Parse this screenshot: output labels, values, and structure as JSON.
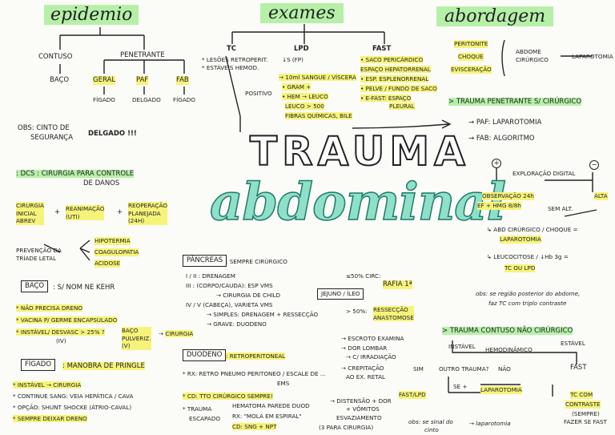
{
  "headers": {
    "epidemio": "epidemio",
    "exames": "exames",
    "abordagem": "abordagem"
  },
  "title": {
    "line1": "TRAUMA",
    "line2": "abdominal"
  },
  "epidemio": {
    "contuso": "CONTUSO",
    "penetrante": "PENETRANTE",
    "baco": "BAÇO",
    "geral": "GERAL",
    "paf": "PAF",
    "fab": "FAB",
    "figado1": "FÍGADO",
    "delgado_small": "DELGADO",
    "figado2": "FÍGADO",
    "obs_label": "OBS: CINTO DE",
    "obs_line2": "SEGURANÇA",
    "obs_result": "DELGADO !!!"
  },
  "dcs": {
    "title": ": DCS : CIRURGIA PARA CONTROLE",
    "title2": "DE DANOS",
    "step1a": "CIRURGIA",
    "step1b": "INICIAL",
    "step1c": "ABREV",
    "step2a": "REANIMAÇÃO",
    "step2b": "(UTI)",
    "step3a": "REOPERAÇÃO",
    "step3b": "PLANEJADA",
    "step3c": "(24H)",
    "prev1": "PREVENÇÃO DA",
    "prev2": "TRÍADE LETAL",
    "triad1": "HIPOTERMIA",
    "triad2": "COAGULOPATIA",
    "triad3": "ACIDOSE"
  },
  "baco_section": {
    "label": "BAÇO",
    "desc": ": S/ NOM NE KEHR",
    "l1": "* NÃO PRECISA DRENO",
    "l2": "* VACINA P/ GERME ENCAPSULADO",
    "l3": "* INSTÁVEL/ DESVASC > 25% ?",
    "l3b": "(IV)",
    "tag1": "BAÇO",
    "tag2": "PULVERIZ.",
    "tag3": "(V)",
    "result": "CIRURGIA"
  },
  "figado_section": {
    "label": "FÍGADO",
    "desc": ": MANOBRA DE PRINGLE",
    "l1": "* INSTÁVEL → CIRURGIA",
    "l2": "* CONTINUE SANG: VEIA HEPÁTICA / CAVA",
    "l3": "* OPÇÃO: SHUNT SHOCKE (ÁTRIO-CAVAL)",
    "l4": "* SEMPRE DEIXAR DRENO"
  },
  "exames": {
    "tc": "TC",
    "lpd": "LPD",
    "fast": "FAST",
    "tc1": "* LESÕES RETROPERIT.",
    "tc2": "* ESTÁVEIS HEMOD.",
    "lpd_s": "↓S (FP)",
    "positivo": "POSITIVO",
    "p1": "→ 10ml SANGUE / VÍSCERA",
    "p2": "• GRAM +",
    "p3": "• HEM → LEUCO",
    "p4": "LEUCO > 500",
    "p5": "FIBRAS QUÍMICAS, BILE",
    "f1": "• SACO PERICÁRDICO",
    "f2": "ESPAÇO HEPATORRENAL",
    "f3": "• ESP. ESPLENORRENAL",
    "f4": "• PELVE / FUNDO DE SACO",
    "f5": "• E-FAST: ESPAÇO",
    "f6": "PLEURAL"
  },
  "pancreas": {
    "label": "PÂNCREAS",
    "desc": ": SEMPRE CIRÚRGICO",
    "g1": "I / II : DRENAGEM",
    "g2": "III : (CORPO/CAUDA): ESP VMS",
    "g2b": "→ CIRURGIA DE CHILD",
    "g3": "IV / V (CABEÇA), VARIETA VMS",
    "g3b": "→ SIMPLES: DRENAGEM + RESSECÇÃO",
    "g3c": "→ GRAVE: DUODENO"
  },
  "jejuno": {
    "label": "JEJUNO / ÍLEO",
    "c1": "≤50% CIRC:",
    "r1": "RAFIA 1ª",
    "c2": "> 50%:",
    "r2a": "RESSECÇÃO",
    "r2b": "ANASTOMOSE"
  },
  "duodeno": {
    "label": "DUODENO",
    "desc": ": RETROPERITONEAL",
    "side1": "→ ESCROTO EXAMINA",
    "side2": "→ DOR LOMBAR",
    "side3": "→ C/ IRRADIAÇÃO",
    "side4": "→ CREPITAÇÃO",
    "side5": "AO EX. RETAL",
    "rx": "* RX: RETRO PNEUMO PERITONEO / ESCALE DE ...",
    "rx2": "EMS",
    "cd": "* CD: TTO CIRÚRGICO SEMPRE!",
    "tr1": "* TRAUMA",
    "tr2": "ESCAPADO",
    "tr3": "HEMATOMA PAREDE DUOD",
    "tr4": "RX: \"MOLA EM ESPIRAL\"",
    "tr5": "CD: SNG + NPT",
    "tr6": "→ DISTENSÃO + DOR",
    "tr7": "+ VÔMITOS",
    "tr8": "ESVAZIAMENTO",
    "tr9": "(3 PARA CIRURGIA)"
  },
  "abordagem": {
    "peri1": "PERITONITE",
    "peri2": "CHOQUE",
    "peri3": "EVISCERAÇÃO",
    "abd1": "ABDOME",
    "abd2": "CIRÚRGICO",
    "lap1": "LAPAROTOMIA",
    "tp": "> TRAUMA PENETRANTE S/ CIRÚRGICO",
    "paf": "→ PAF: LAPAROTOMIA",
    "fab": "→ FAB: ALGORITMO",
    "plus": "+",
    "minus": "−",
    "expl": "EXPLORAÇÃO DIGITAL",
    "obs1": "OBSERVAÇÃO 24h",
    "obs2": "EF + HMG 8/8h",
    "semalt": "SEM ALT.",
    "alta": "ALTA",
    "a1": "↳ ABD CIRÚRGICO / CHOQUE =",
    "a2": "LAPAROTOMIA",
    "a3": "↳ LEUCOCITOSE / ↓Hb 3g =",
    "a4": "TC OU LPD",
    "obsn": "obs: se região posterior do abdome,",
    "obsn2": "faz TC com triplo contraste",
    "tc_title": "> TRAUMA CONTUSO NÃO CIRÚRGICO",
    "inst": "INSTÁVEL",
    "hemo": "HEMODINÂMICO",
    "est": "ESTÁVEL",
    "sim": "SIM",
    "outro": "OUTRO TRAUMA?",
    "nao": "NÃO",
    "fast2": "FAST",
    "fastlpd": "FAST/LPD",
    "se": "SE +",
    "lap2": "LAPAROTOMIA",
    "tcc1": "TC COM",
    "tcc2": "CONTRASTE",
    "tcc3": "(SEMPRE)",
    "tcc4": "FAZER SE FAST",
    "obsb": "obs: se sinal do",
    "obsb2": "cinto",
    "obsb3": "→ laparotomia"
  }
}
